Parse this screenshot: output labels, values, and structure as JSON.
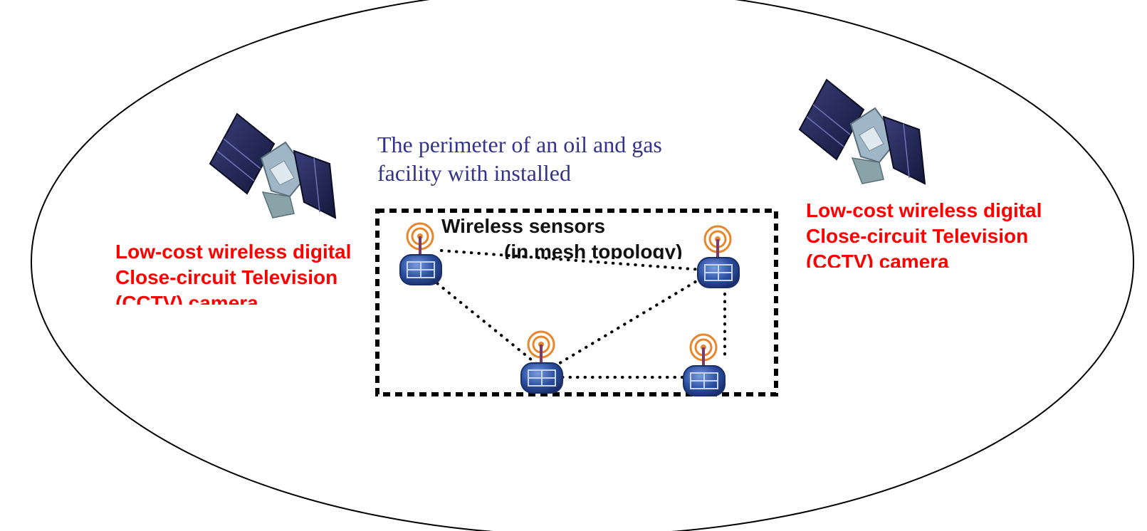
{
  "perimeter_caption": "The perimeter of an oil and gas facility with installed",
  "camera_left": {
    "line1": "Low-cost wireless digital",
    "line2": "Close-circuit Television",
    "line3": "(CCTV) camera"
  },
  "camera_right": {
    "line1": "Low-cost wireless digital",
    "line2": "Close-circuit Television",
    "line3": "(CCTV) camera"
  },
  "sensors": {
    "title": "Wireless sensors",
    "subtitle": "(in mesh topology)"
  },
  "icons": [
    "satellite-camera-icon",
    "wireless-sensor-icon"
  ],
  "colors": {
    "camera_label": "#ff0000",
    "perimeter_caption": "#33338a",
    "satellite_panel": "#22264e",
    "sensor_body": "#2b4fa0",
    "antenna_ring": "#e8862a"
  }
}
